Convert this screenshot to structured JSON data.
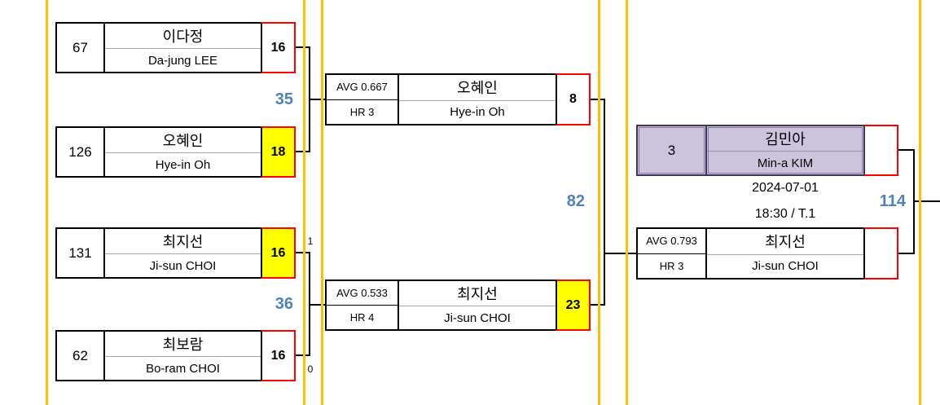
{
  "colors": {
    "column_line": "#FFC000",
    "winner_highlight": "#FFFF00",
    "score_border": "#FF0000",
    "match_number_blue": "#4F81BD",
    "seeded_fill": "#CCC4DC",
    "seeded_border": "#3E3456"
  },
  "round1": [
    {
      "seed": "67",
      "name_ko": "이다정",
      "name_en": "Da-jung LEE",
      "score": "16"
    },
    {
      "seed": "126",
      "name_ko": "오혜인",
      "name_en": "Hye-in Oh",
      "score": "18"
    },
    {
      "seed": "131",
      "name_ko": "최지선",
      "name_en": "Ji-sun CHOI",
      "score": "16"
    },
    {
      "seed": "62",
      "name_ko": "최보람",
      "name_en": "Bo-ram CHOI",
      "score": "16"
    }
  ],
  "round2": [
    {
      "avg": "AVG 0.667",
      "hr": "HR 3",
      "name_ko": "오혜인",
      "name_en": "Hye-in Oh",
      "score": "8"
    },
    {
      "avg": "AVG 0.533",
      "hr": "HR 4",
      "name_ko": "최지선",
      "name_en": "Ji-sun CHOI",
      "score": "23"
    }
  ],
  "round3": {
    "top": {
      "seed": "3",
      "name_ko": "김민아",
      "name_en": "Min-a KIM",
      "score": ""
    },
    "bottom": {
      "avg": "AVG 0.793",
      "hr": "HR 3",
      "name_ko": "최지선",
      "name_en": "Ji-sun CHOI",
      "score": ""
    },
    "schedule": {
      "date": "2024-07-01",
      "time_table": "18:30 / T.1"
    }
  },
  "matches": {
    "m35": "35",
    "m36": "36",
    "m82": "82",
    "m114": "114"
  },
  "set_scores": {
    "m36_top": "1",
    "m36_bottom": "0"
  }
}
